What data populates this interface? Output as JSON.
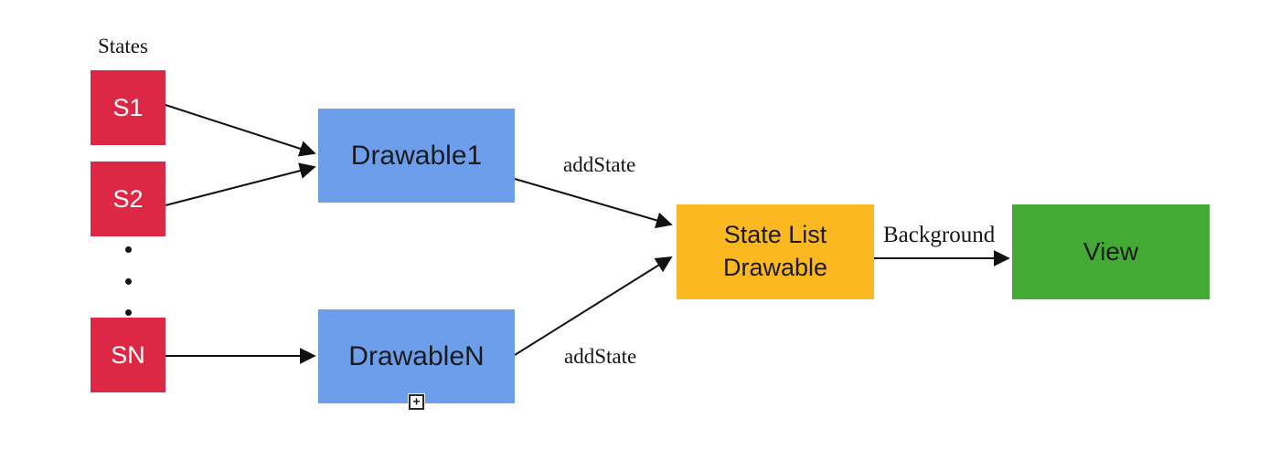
{
  "diagram": {
    "states_group_label": "States",
    "colors": {
      "state_red": "#DC2845",
      "drawable_blue": "#6D9EEB",
      "state_list_orange": "#FBB821",
      "view_green": "#43AB34",
      "arrow_black": "#111111",
      "box_text_dark": "#1b1b1b",
      "box_text_light": "#ffffff"
    },
    "nodes": {
      "s1": {
        "label": "S1"
      },
      "s2": {
        "label": "S2"
      },
      "sn": {
        "label": "SN"
      },
      "drawable1": {
        "label": "Drawable1"
      },
      "drawableN": {
        "label": "DrawableN"
      },
      "state_list_drawable": {
        "label_line1": "State List",
        "label_line2": "Drawable"
      },
      "view": {
        "label": "View"
      }
    },
    "edge_labels": {
      "add_state_top": "addState",
      "add_state_bottom": "addState",
      "background": "Background"
    },
    "icons": {
      "expand_plus": "+"
    }
  }
}
